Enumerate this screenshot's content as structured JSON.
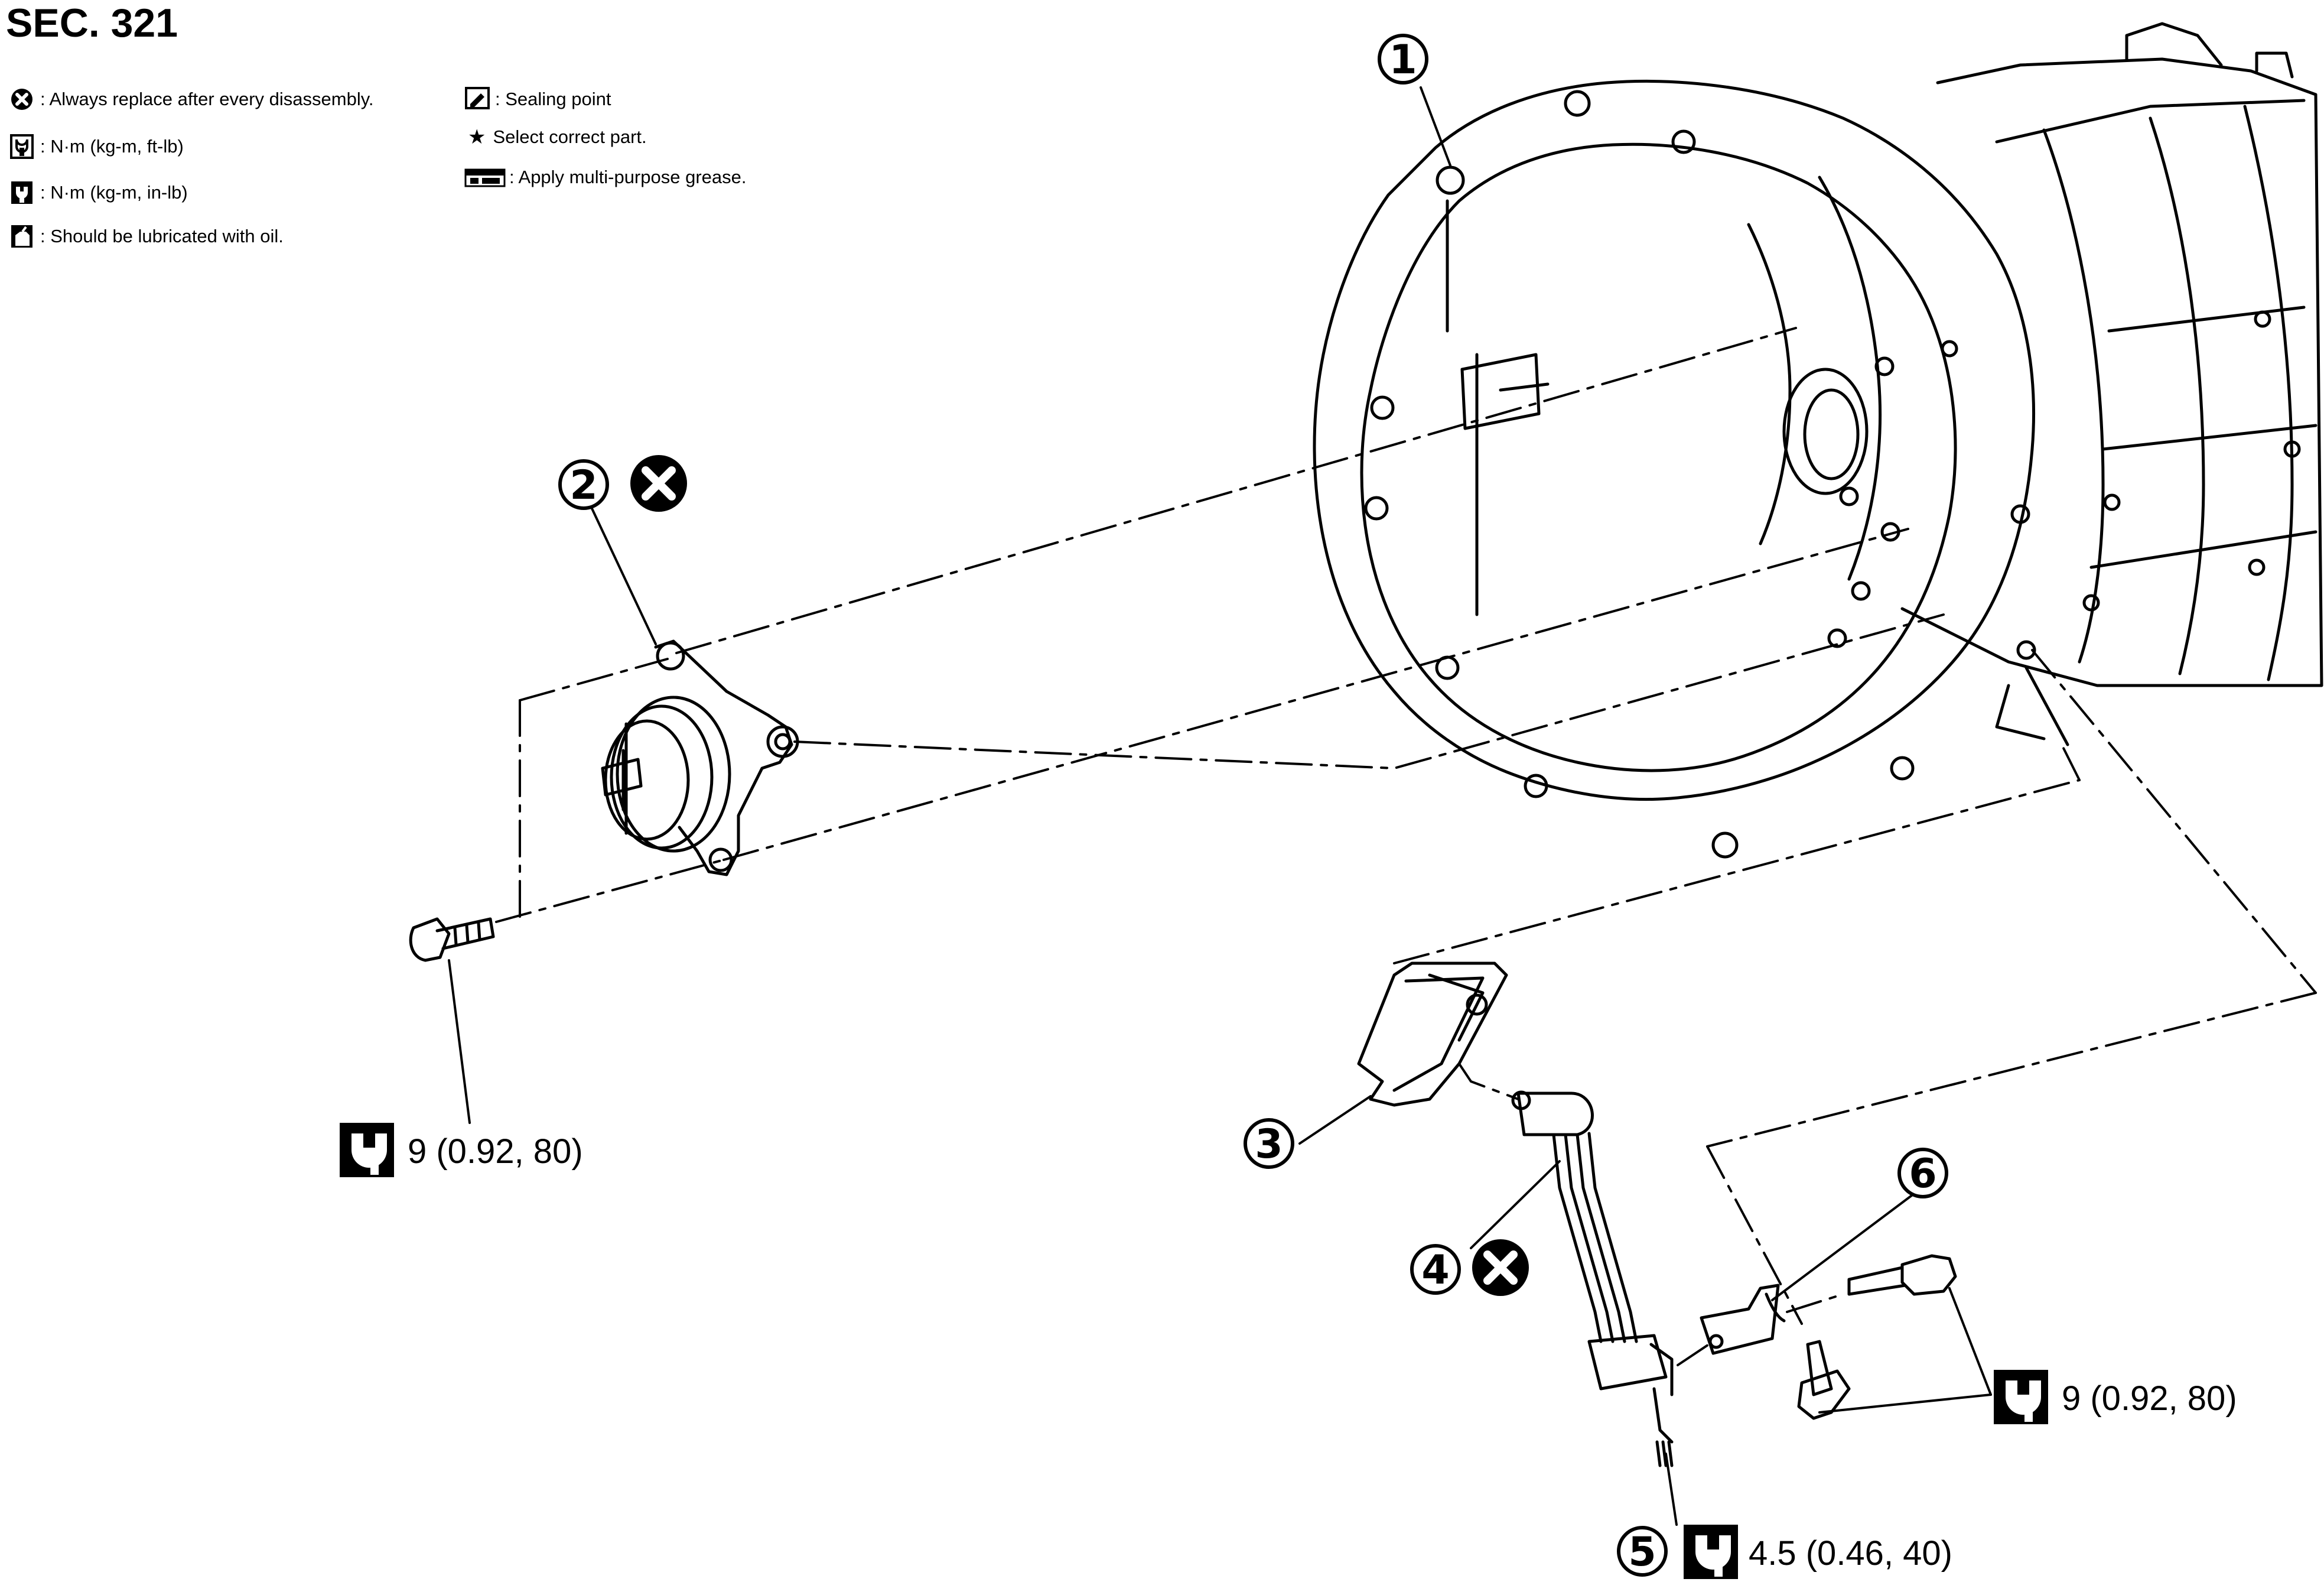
{
  "section": "SEC. 321",
  "legend": {
    "replace": ": Always replace after every disassembly.",
    "torque_ft": ": N·m (kg-m, ft-lb)",
    "torque_in": ": N·m (kg-m, in-lb)",
    "oil": ": Should be lubricated with oil.",
    "sealing": ": Sealing point",
    "select": "Select correct part.",
    "grease": ": Apply multi-purpose grease."
  },
  "callouts": {
    "c1": "1",
    "c2": "2",
    "c3": "3",
    "c4": "4",
    "c5": "5",
    "c6": "6"
  },
  "torques": {
    "t_bolt_left": "9 (0.92, 80)",
    "t_bracket": "9 (0.92, 80)",
    "t_sensor": "4.5 (0.46, 40)"
  },
  "icons": {
    "replace": "x-circle-icon",
    "torque_ft": "wrench-box-icon",
    "torque_in": "wrench-box-filled-icon",
    "oil": "oil-can-icon",
    "sealing": "sealant-icon",
    "select": "star-icon",
    "grease": "grease-icon"
  }
}
